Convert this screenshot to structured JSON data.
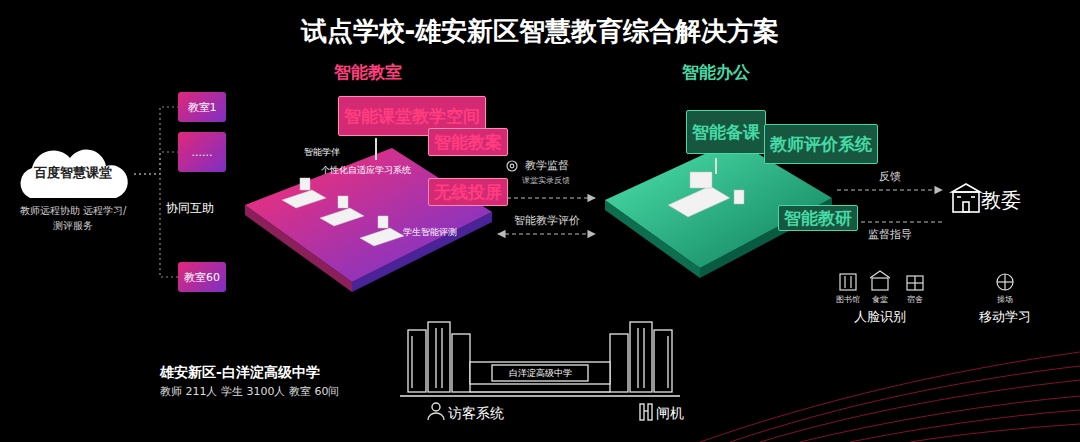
{
  "diagram": {
    "title": "试点学校-雄安新区智慧教育综合解决方案",
    "nodes": [
      {
        "text": [
          "百度智慧课堂",
          "教师远程协助 远程学习/测评服务"
        ]
      },
      {
        "text": [
          "教室1"
        ]
      },
      {
        "text": [
          "......"
        ]
      },
      {
        "text": [
          "教室60"
        ]
      },
      {
        "text": [
          "智能教室"
        ]
      },
      {
        "text": [
          "智能课堂教学空间"
        ],
        "in": 4
      },
      {
        "text": [
          "智能教案"
        ],
        "in": 4
      },
      {
        "text": [
          "无线投屏"
        ],
        "in": 4
      },
      {
        "text": [
          "智能办公"
        ]
      },
      {
        "text": [
          "智能备课"
        ],
        "in": 8
      },
      {
        "text": [
          "教师评价系统"
        ],
        "in": 8
      },
      {
        "text": [
          "智能教研"
        ],
        "in": 8
      },
      {
        "text": [
          "教委"
        ]
      }
    ],
    "edges": [
      {
        "from": 0,
        "to": 1,
        "arrow": "none"
      },
      {
        "from": 0,
        "to": 2,
        "arrow": "none"
      },
      {
        "from": 0,
        "to": 3,
        "arrow": "none"
      },
      {
        "from": 8,
        "to": 4,
        "label": "教学监督",
        "arrow": "both"
      },
      {
        "from": 4,
        "to": 8,
        "label": "智能教学评价",
        "arrow": "both"
      },
      {
        "from": 8,
        "to": 12,
        "label": "反馈",
        "arrow": "to"
      },
      {
        "from": 12,
        "to": 8,
        "label": "监督指导",
        "arrow": "to"
      }
    ],
    "labels": [
      "智能学伴",
      "个性化自适应学习系统",
      "学生智能评测",
      "课堂实录反馈",
      "协同互助",
      "图书馆",
      "食堂",
      "宿舍",
      "人脸识别",
      "操场",
      "移动学习",
      "白洋淀高级中学",
      "雄安新区-白洋淀高级中学",
      "教师 211人 学生 3100人 教室 60间",
      "访客系统",
      "闸机"
    ]
  }
}
